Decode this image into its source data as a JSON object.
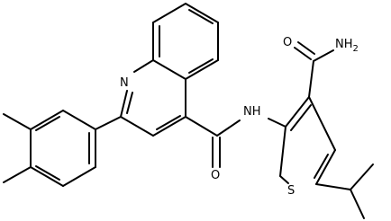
{
  "molecule": {
    "labels": {
      "ring_nitrogen": "N",
      "amide_nh": "NH",
      "amide_oxygen": "O",
      "carboxamide_oxygen": "O",
      "carboxamide_nh2": "NH",
      "carboxamide_nh2_subscript": "2",
      "thiophene_sulfur": "S"
    },
    "colors": {
      "bond": "#000000",
      "label": "#000000",
      "background": "#ffffff"
    }
  }
}
